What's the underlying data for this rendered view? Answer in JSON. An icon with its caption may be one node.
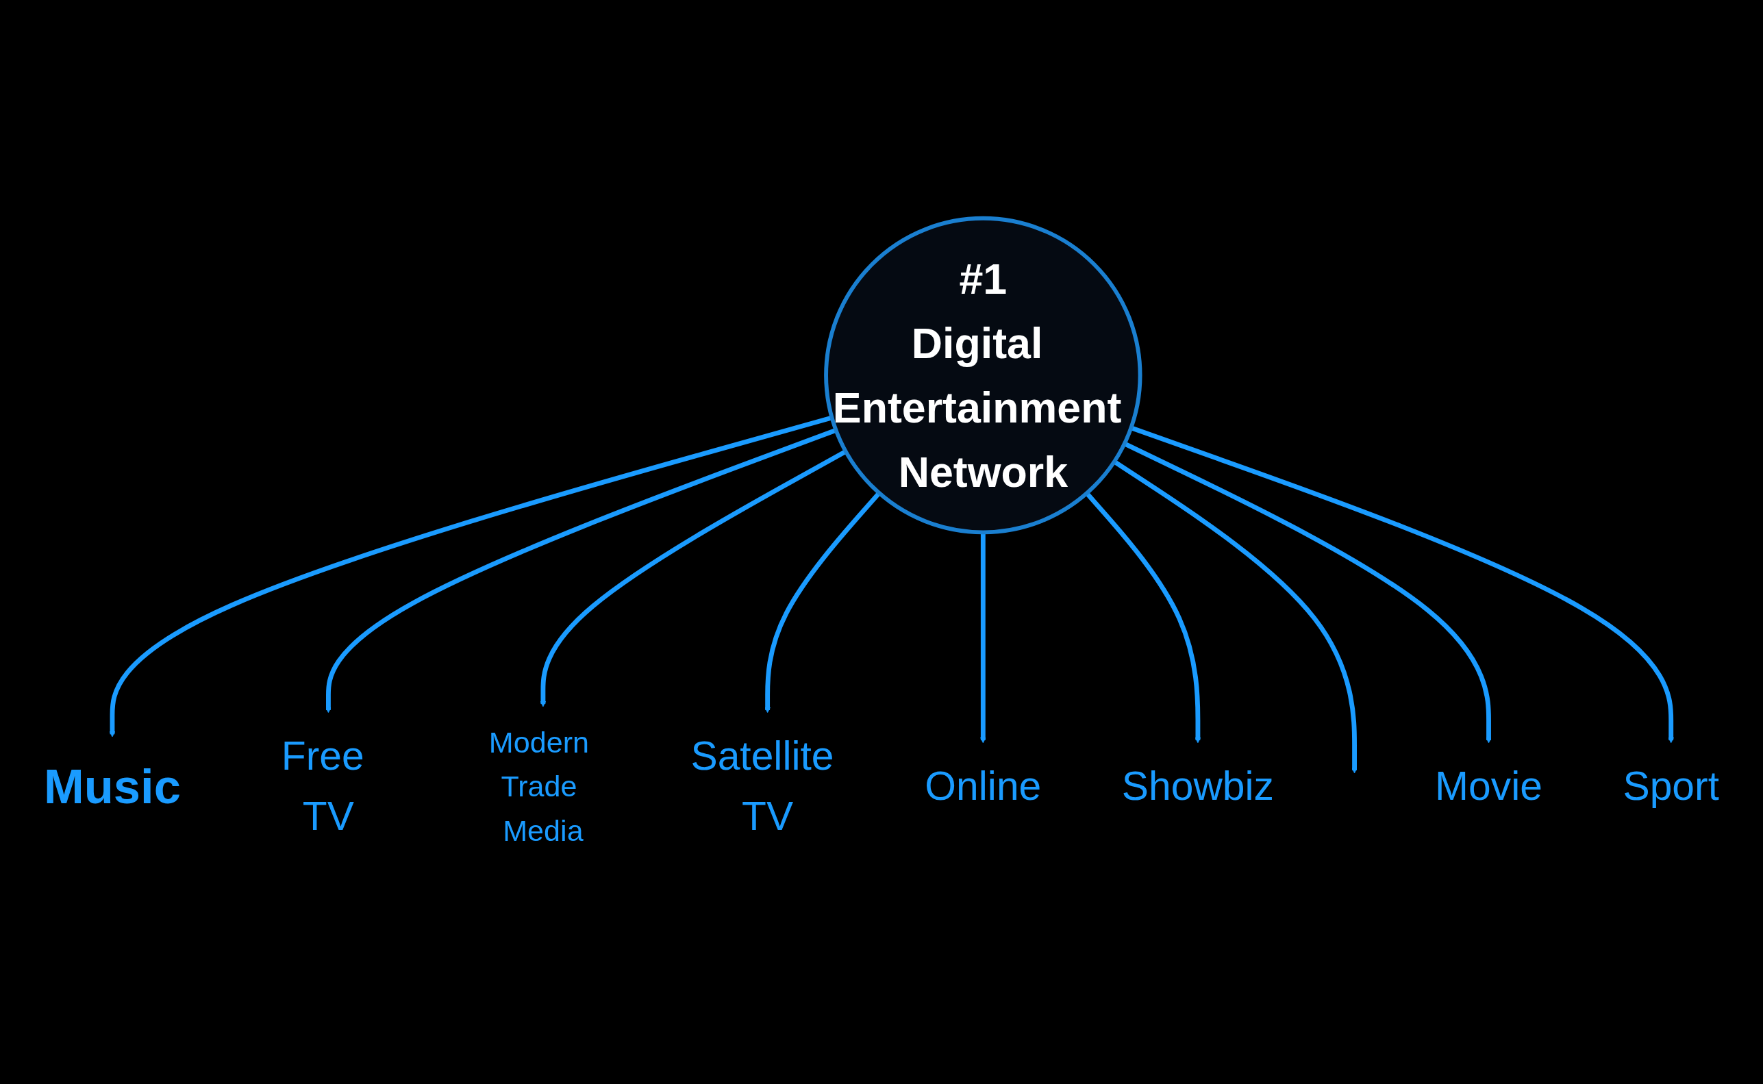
{
  "diagram": {
    "nodes": [
      {
        "text": [
          "#1",
          "Digital Entertainment Network"
        ]
      },
      {
        "text": [
          "Music"
        ]
      },
      {
        "text": [
          "Free TV"
        ]
      },
      {
        "text": [
          "Modern Trade Media"
        ]
      },
      {
        "text": [
          "Satellite TV"
        ]
      },
      {
        "text": [
          "Online"
        ]
      },
      {
        "text": [
          "Showbiz"
        ]
      },
      {
        "text": [
          "Movie"
        ]
      },
      {
        "text": [
          "Sport"
        ]
      }
    ],
    "edges": [
      {
        "from": 0,
        "to": 1,
        "arrow": "to"
      },
      {
        "from": 0,
        "to": 2,
        "arrow": "to"
      },
      {
        "from": 0,
        "to": 3,
        "arrow": "to"
      },
      {
        "from": 0,
        "to": 4,
        "arrow": "to"
      },
      {
        "from": 0,
        "to": 5,
        "arrow": "to"
      },
      {
        "from": 0,
        "to": 6,
        "arrow": "to"
      },
      {
        "from": 0,
        "to": null,
        "arrow": "to"
      },
      {
        "from": 0,
        "to": 7,
        "arrow": "to"
      },
      {
        "from": 0,
        "to": 8,
        "arrow": "to"
      }
    ]
  }
}
